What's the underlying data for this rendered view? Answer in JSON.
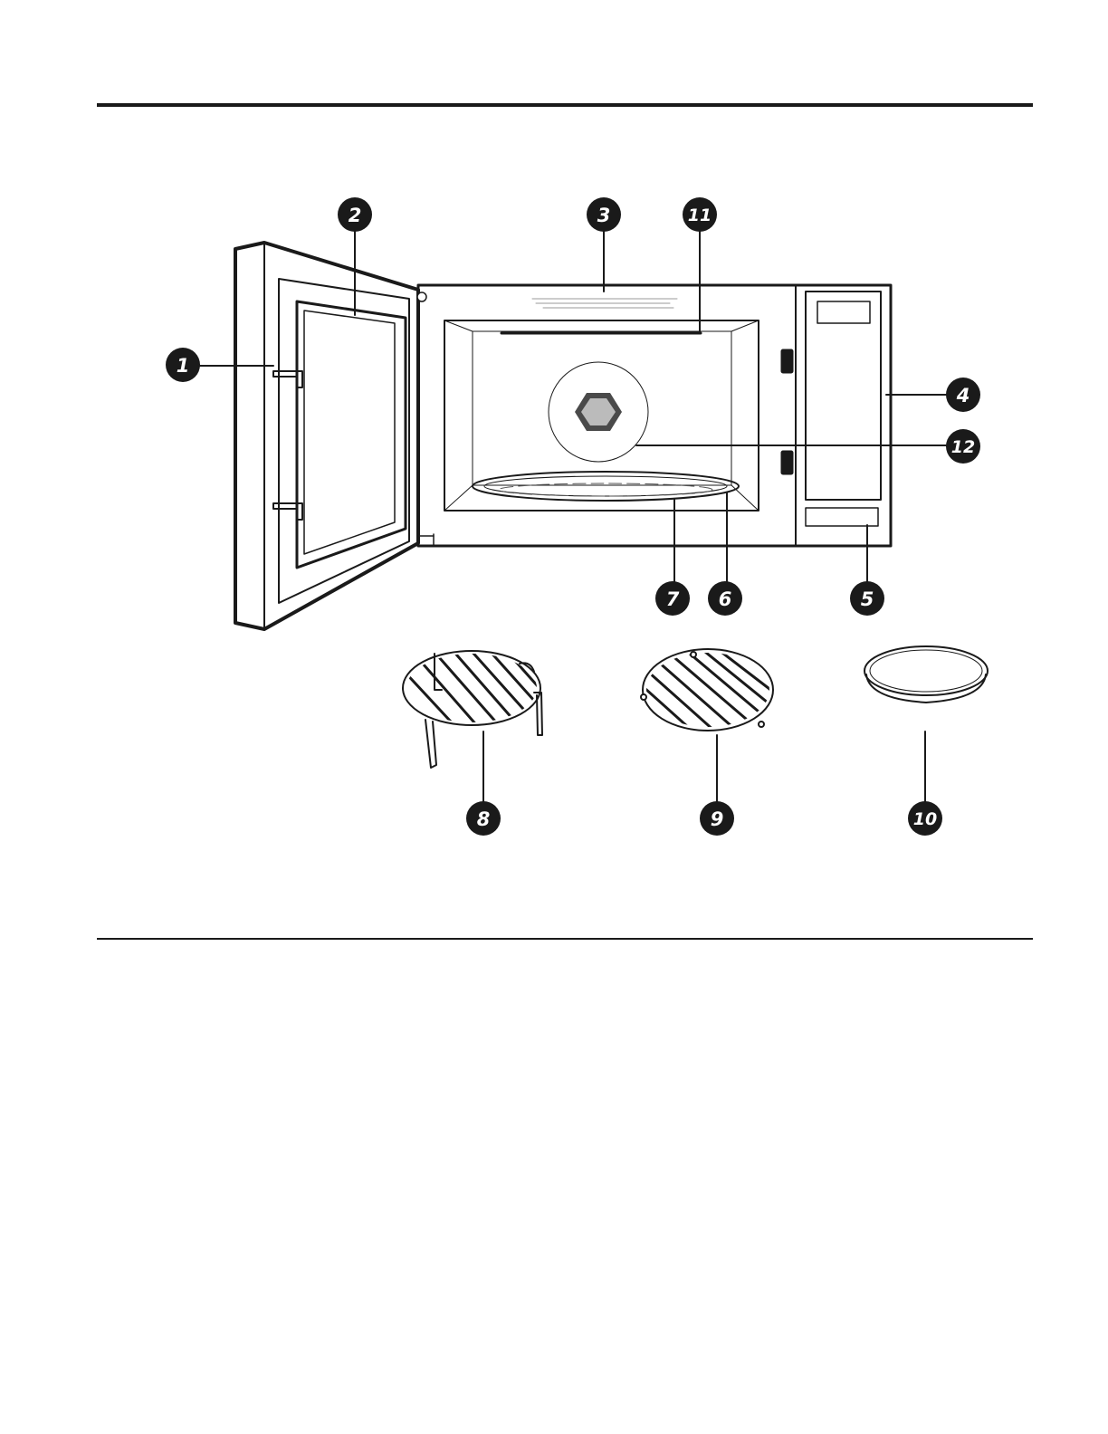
{
  "callouts": [
    {
      "id": 1,
      "label": "1"
    },
    {
      "id": 2,
      "label": "2"
    },
    {
      "id": 3,
      "label": "3"
    },
    {
      "id": 11,
      "label": "11"
    },
    {
      "id": 4,
      "label": "4"
    },
    {
      "id": 12,
      "label": "12"
    },
    {
      "id": 7,
      "label": "7"
    },
    {
      "id": 6,
      "label": "6"
    },
    {
      "id": 5,
      "label": "5"
    },
    {
      "id": 8,
      "label": "8"
    },
    {
      "id": 9,
      "label": "9"
    },
    {
      "id": 10,
      "label": "10"
    }
  ],
  "colors": {
    "line": "#1a1a1a",
    "fill": "#ffffff",
    "badge": "#1a1a1a"
  }
}
